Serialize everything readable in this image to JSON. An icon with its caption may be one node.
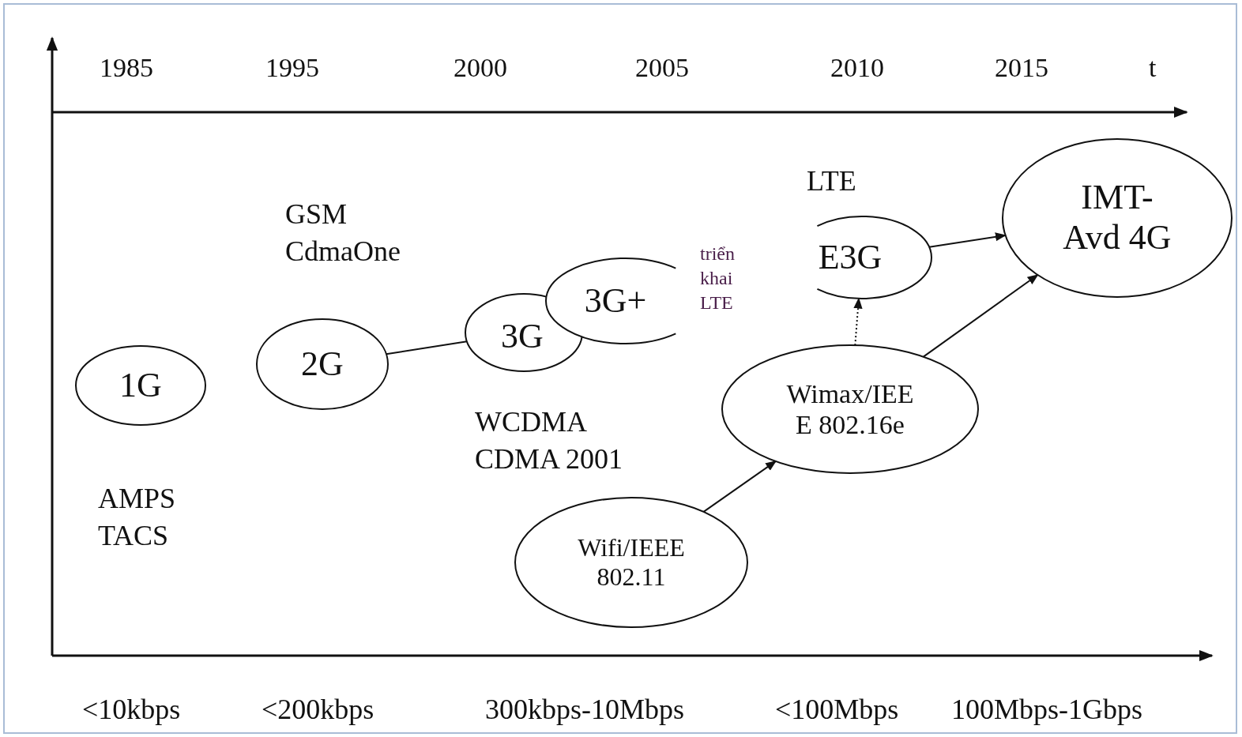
{
  "diagram": {
    "nodes": [
      {
        "text": [
          "1G"
        ],
        "beside": [
          "AMPS TACS"
        ]
      },
      {
        "text": [
          "2G"
        ],
        "beside": [
          "GSM CdmaOne"
        ]
      },
      {
        "text": [
          "3G"
        ],
        "beside": [
          "WCDMA CDMA 2001"
        ]
      },
      {
        "text": [
          "3G+"
        ],
        "beside": [
          "triển khai LTE"
        ]
      },
      {
        "text": [
          "E3G"
        ],
        "beside": [
          "LTE"
        ]
      },
      {
        "text": [
          "IMT-Avd 4G"
        ]
      },
      {
        "text": [
          "Wimax/IEE E 802.16e"
        ]
      },
      {
        "text": [
          "Wifi/IEEE 802.11"
        ]
      }
    ],
    "edges": [
      {
        "from": 1,
        "to": 2,
        "arrow": "none"
      },
      {
        "from": 4,
        "to": 5,
        "arrow": "to"
      },
      {
        "from": 6,
        "to": 5,
        "arrow": "to"
      },
      {
        "from": 6,
        "to": 4,
        "arrow": "to",
        "style": "dashed"
      },
      {
        "from": 7,
        "to": 6,
        "arrow": "to"
      }
    ],
    "labels": [
      "1985",
      "1995",
      "2000",
      "2005",
      "2010",
      "2015",
      "t",
      "<10kbps",
      "<200kbps",
      "300kbps-10Mbps",
      "<100Mbps",
      "100Mbps-1Gbps"
    ]
  }
}
